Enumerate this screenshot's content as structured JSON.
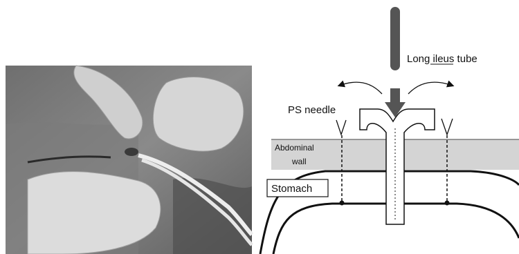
{
  "diagram": {
    "labels": {
      "long_ileus_tube": "Long ileus tube",
      "ps_needle": "PS needle",
      "abdominal": "Abdominal",
      "wall": "wall",
      "stomach": "Stomach"
    }
  }
}
